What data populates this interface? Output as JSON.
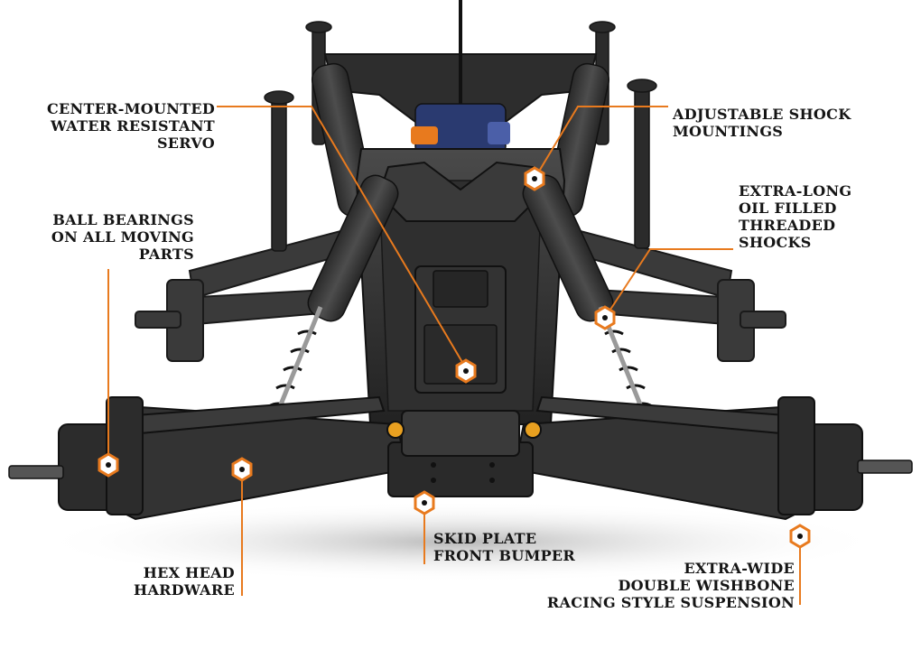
{
  "callouts": {
    "servo": {
      "lines": [
        "CENTER-MOUNTED",
        "WATER RESISTANT",
        "SERVO"
      ]
    },
    "bearings": {
      "lines": [
        "BALL BEARINGS",
        "ON ALL MOVING",
        "PARTS"
      ]
    },
    "shock_mount": {
      "lines": [
        "ADJUSTABLE SHOCK",
        "MOUNTINGS"
      ]
    },
    "shocks": {
      "lines": [
        "EXTRA-LONG",
        "OIL FILLED",
        "THREADED",
        "SHOCKS"
      ]
    },
    "skid": {
      "lines": [
        "SKID PLATE",
        "FRONT BUMPER"
      ]
    },
    "hex": {
      "lines": [
        "HEX HEAD",
        "HARDWARE"
      ]
    },
    "suspension": {
      "lines": [
        "EXTRA-WIDE",
        "DOUBLE WISHBONE",
        "RACING STYLE SUSPENSION"
      ]
    }
  },
  "colors": {
    "accent": "#e87a1e",
    "chassis_dark": "#2a2a2a",
    "chassis_mid": "#3d3d3d",
    "background": "#ffffff"
  }
}
